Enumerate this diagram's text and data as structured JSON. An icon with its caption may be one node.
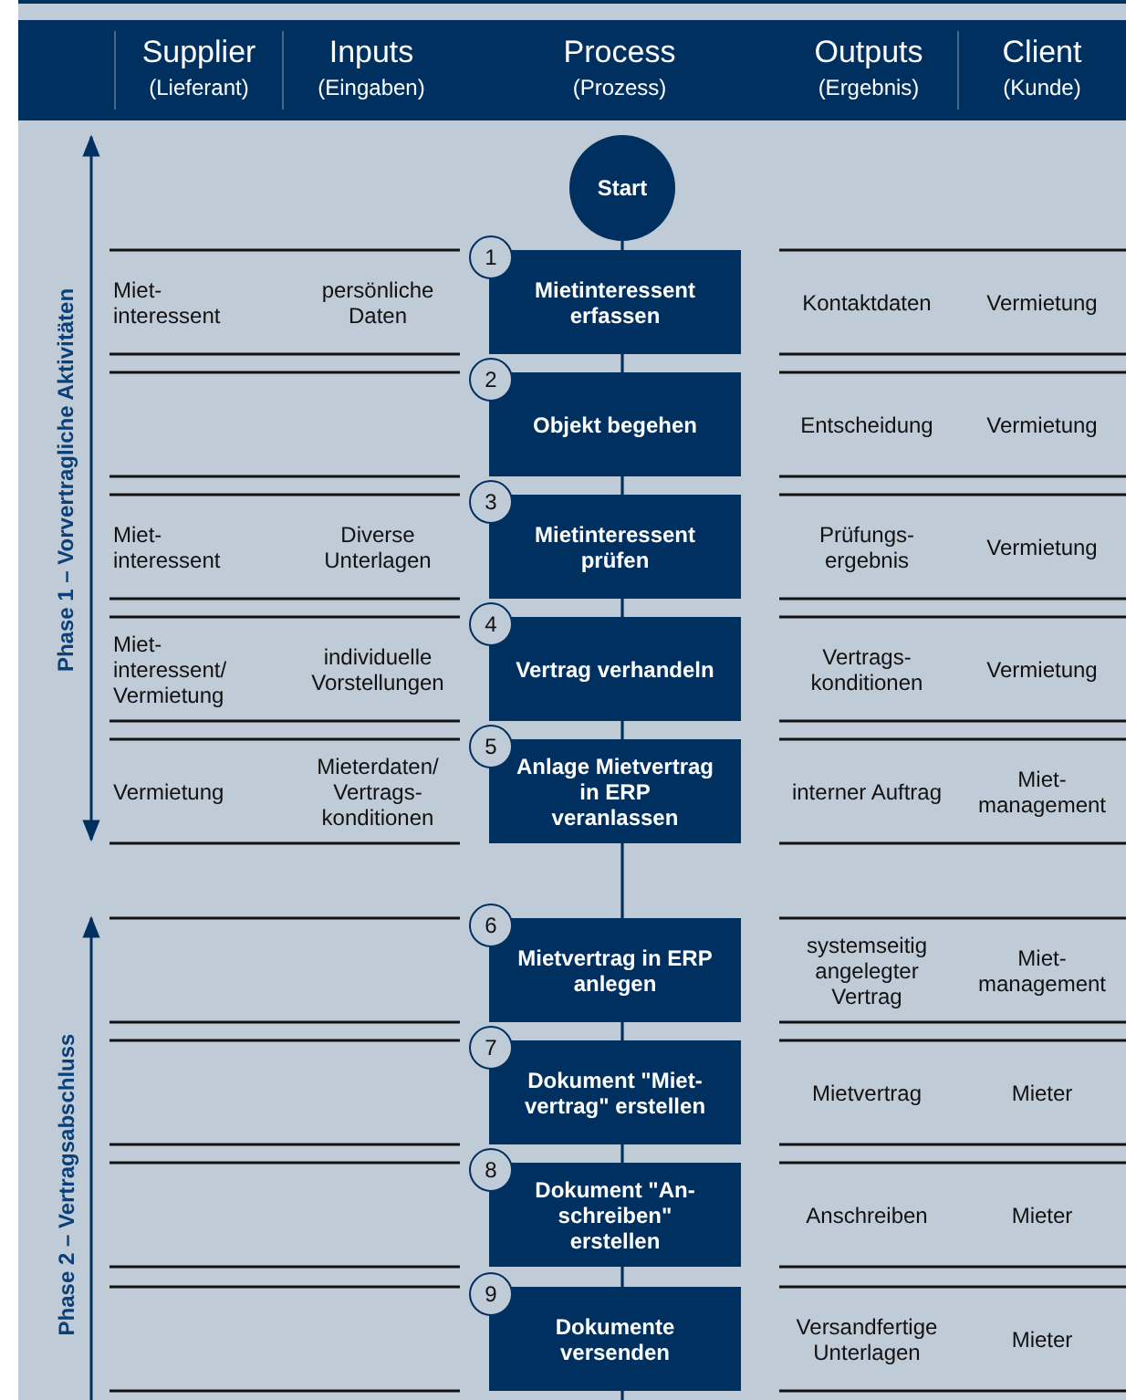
{
  "diagram": {
    "nodes": [
      {
        "text": [
          "Start"
        ]
      },
      {
        "text": [
          "1",
          "Mietinteressent erfassen"
        ]
      },
      {
        "text": [
          "2",
          "Objekt begehen"
        ]
      },
      {
        "text": [
          "3",
          "Mietinteressent prüfen"
        ]
      },
      {
        "text": [
          "4",
          "Vertrag verhandeln"
        ]
      },
      {
        "text": [
          "5",
          "Anlage Mietvertrag in ERP veranlassen"
        ]
      },
      {
        "text": [
          "6",
          "Mietvertrag in ERP anlegen"
        ]
      },
      {
        "text": [
          "7",
          "Dokument \"Miet- vertrag\" erstellen"
        ]
      },
      {
        "text": [
          "8",
          "Dokument \"An- schreiben\" erstellen"
        ]
      },
      {
        "text": [
          "9",
          "Dokumente versenden"
        ]
      }
    ],
    "edges": [
      {
        "from": 0,
        "to": 1,
        "arrow": "none"
      },
      {
        "from": 1,
        "to": 2,
        "arrow": "none"
      },
      {
        "from": 2,
        "to": 3,
        "arrow": "none"
      },
      {
        "from": 3,
        "to": 4,
        "arrow": "none"
      },
      {
        "from": 4,
        "to": 5,
        "arrow": "none"
      },
      {
        "from": 5,
        "to": 6,
        "arrow": "none"
      },
      {
        "from": 6,
        "to": 7,
        "arrow": "none"
      },
      {
        "from": 7,
        "to": 8,
        "arrow": "none"
      },
      {
        "from": 8,
        "to": 9,
        "arrow": "none"
      },
      {
        "from": 9,
        "to": null,
        "arrow": "none"
      }
    ],
    "labels": [
      "Supplier",
      "(Lieferant)",
      "Inputs",
      "(Eingaben)",
      "Process",
      "(Prozess)",
      "Outputs",
      "(Ergebnis)",
      "Client",
      "(Kunde)",
      "Phase 1 – Vorvertragliche Aktivitäten",
      "Miet- interessent",
      "persönliche Daten",
      "Kontaktdaten",
      "Vermietung",
      "Entscheidung",
      "Vermietung",
      "Miet- interessent",
      "Diverse Unterlagen",
      "Prüfungs- ergebnis",
      "Vermietung",
      "Miet- interessent/ Vermietung",
      "individuelle Vorstellungen",
      "Vertrags- konditionen",
      "Vermietung",
      "Vermietung",
      "Mieterdaten/ Vertrags- konditionen",
      "interner Auftrag",
      "Miet- management",
      "Phase 2 – Vertragsabschluss",
      "systemseitig angelegter Vertrag",
      "Miet- management",
      "Mietvertrag",
      "Mieter",
      "Anschreiben",
      "Mieter",
      "Versandfertige Unterlagen",
      "Mieter"
    ]
  }
}
